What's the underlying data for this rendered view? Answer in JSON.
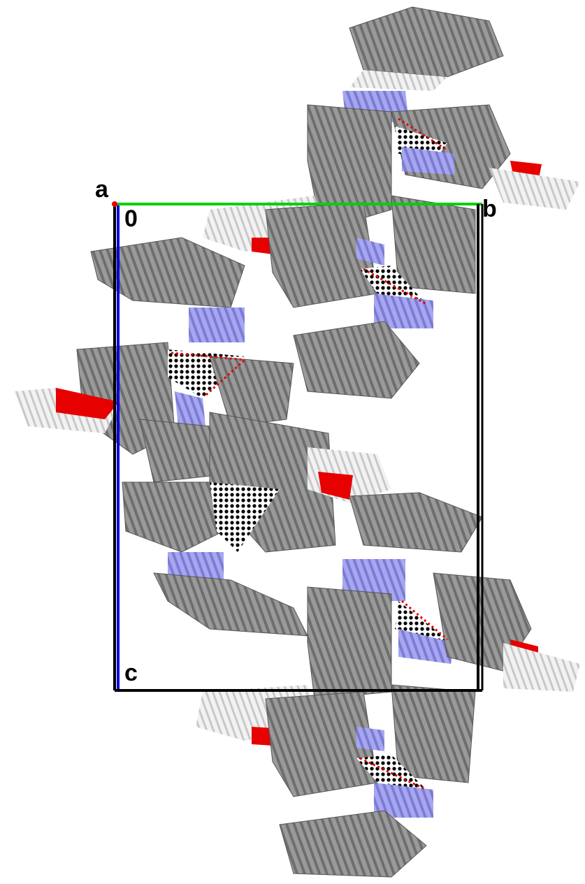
{
  "axis_labels": {
    "a": "a",
    "origin": "0",
    "b": "b",
    "c": "c"
  },
  "colors": {
    "carbon": "#8a8a8a",
    "carbon_light": "#bdbdbd",
    "hydrogen": "#e6e6e6",
    "nitrogen": "#8f8fe6",
    "oxygen": "#e60000",
    "axis_a": "#e60000",
    "axis_b": "#00d000",
    "axis_c": "#0000e0",
    "cell": "#000000",
    "contact": "#000000"
  }
}
